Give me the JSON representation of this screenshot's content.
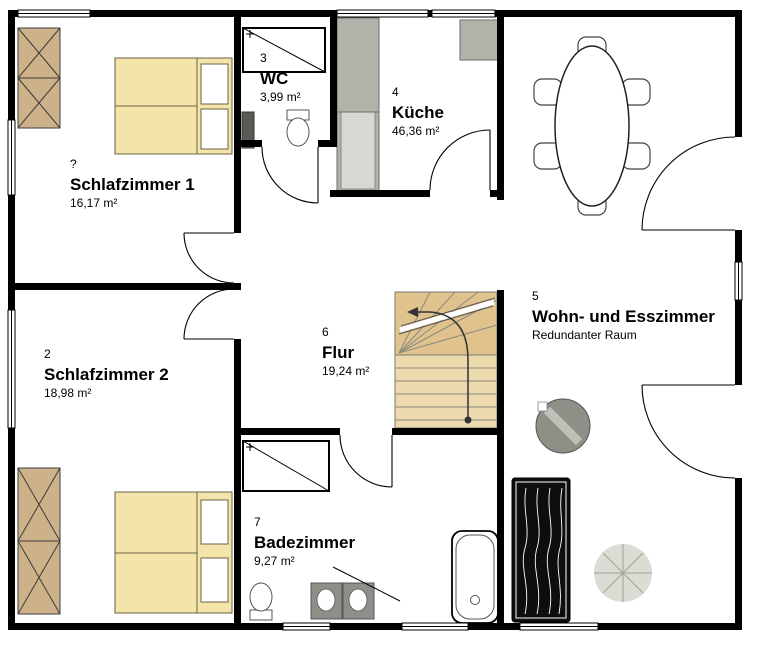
{
  "floorplan": {
    "rooms": [
      {
        "number": "?",
        "name": "Schlafzimmer 1",
        "area": "16,17 m²"
      },
      {
        "number": "2",
        "name": "Schlafzimmer 2",
        "area": "18,98 m²"
      },
      {
        "number": "3",
        "name": "WC",
        "area": "3,99 m²"
      },
      {
        "number": "4",
        "name": "Küche",
        "area": "46,36 m²"
      },
      {
        "number": "5",
        "name": "Wohn- und Esszimmer",
        "note": "Redundanter Raum"
      },
      {
        "number": "6",
        "name": "Flur",
        "area": "19,24 m²"
      },
      {
        "number": "7",
        "name": "Badezimmer",
        "area": "9,27 m²"
      }
    ],
    "colors": {
      "wall": "#000000",
      "bed": "#f3e5a9",
      "wardrobe": "#cdb189",
      "counter": "#b2b2aa",
      "stairs": "#e8d2a0",
      "floor": "#ffffff"
    }
  }
}
